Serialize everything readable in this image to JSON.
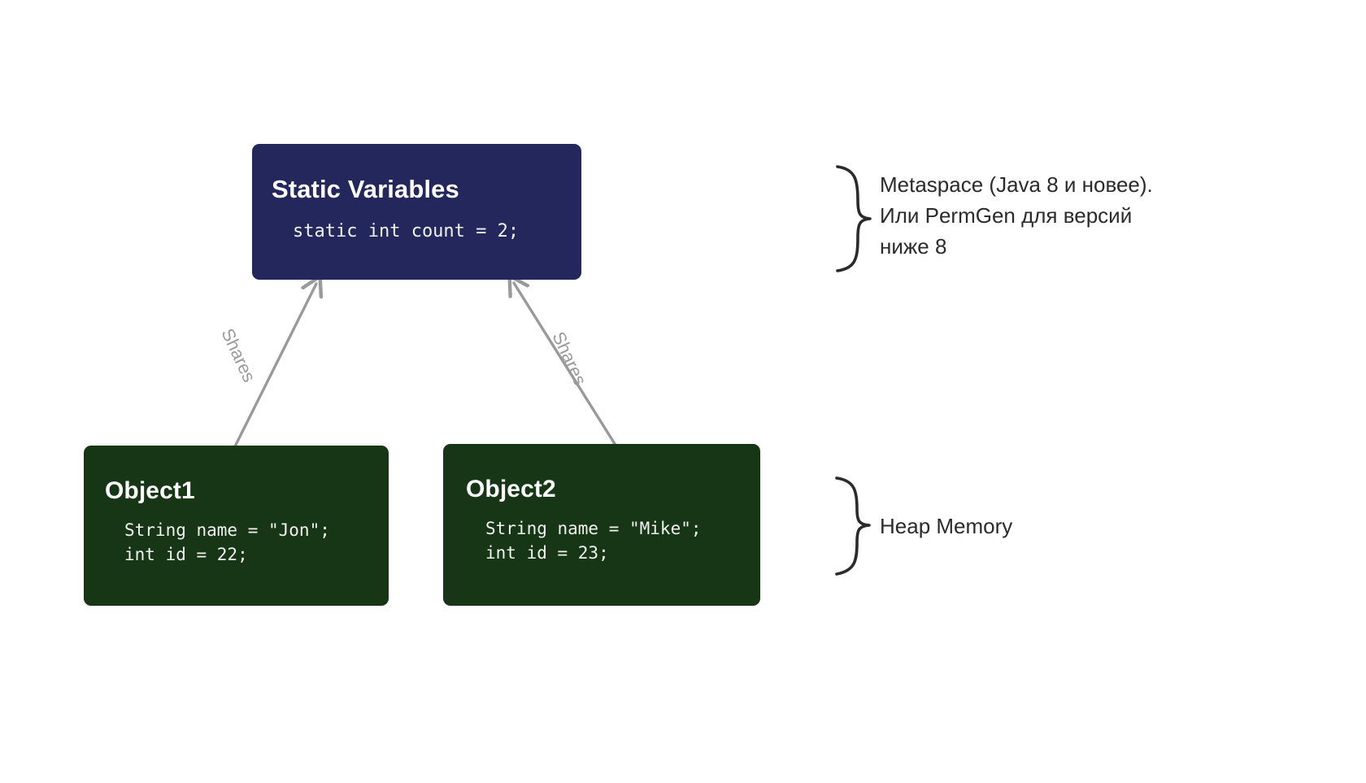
{
  "diagram": {
    "title": "Java memory model: static variables and heap objects",
    "background_color": "#ffffff",
    "nodes": [
      {
        "id": "static-variables",
        "title": "Static Variables",
        "code": "static int count = 2;",
        "fill_color": "#23275c",
        "text_color": "#ffffff"
      },
      {
        "id": "object1",
        "title": "Object1",
        "code": "String name = \"Jon\";\nint id = 22;",
        "fill_color": "#173616",
        "text_color": "#ffffff"
      },
      {
        "id": "object2",
        "title": "Object2",
        "code": "String name = \"Mike\";\nint id = 23;",
        "fill_color": "#173616",
        "text_color": "#ffffff"
      }
    ],
    "edges": [
      {
        "id": "object1-shares-static",
        "label": "Shares",
        "from": "object1",
        "to": "static-variables",
        "color": "#9a9a9a"
      },
      {
        "id": "object2-shares-static",
        "label": "Shares",
        "from": "object2",
        "to": "static-variables",
        "color": "#9a9a9a"
      }
    ],
    "annotations": [
      {
        "id": "metaspace",
        "text": "Metaspace (Java 8 и новее).\nИли PermGen для версий\nниже 8",
        "brace": "right-curly-brace",
        "color": "#2b2b2b"
      },
      {
        "id": "heap",
        "text": "Heap Memory",
        "brace": "right-curly-brace",
        "color": "#2b2b2b"
      }
    ]
  }
}
